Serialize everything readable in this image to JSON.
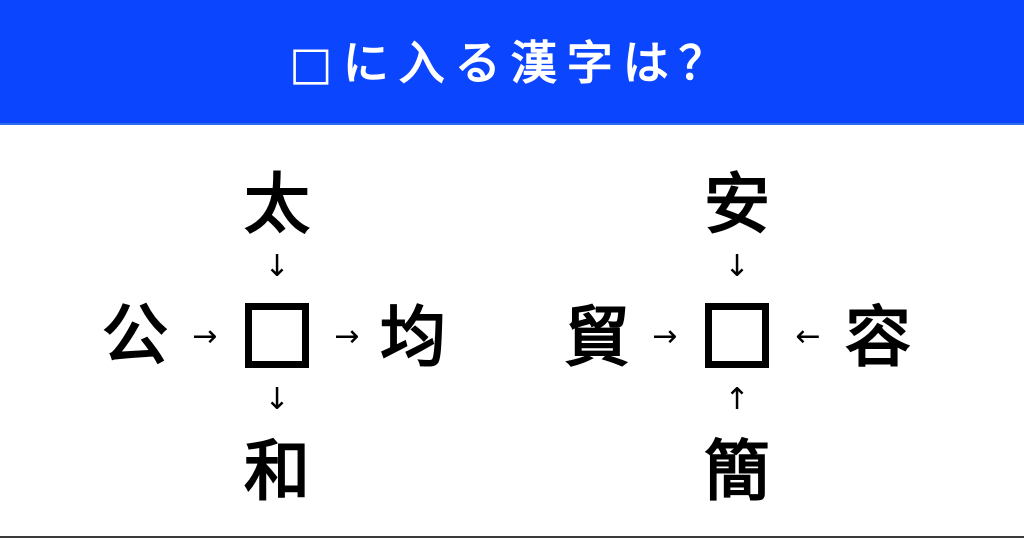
{
  "header": {
    "title": "□に入る漢字は？",
    "background_color": "#0c45fe"
  },
  "puzzles": [
    {
      "top": "太",
      "left": "公",
      "right": "均",
      "bottom": "和",
      "arrows": {
        "top": "↓",
        "left": "→",
        "right": "→",
        "bottom": "↓"
      }
    },
    {
      "top": "安",
      "left": "貿",
      "right": "容",
      "bottom": "簡",
      "arrows": {
        "top": "↓",
        "left": "→",
        "right": "←",
        "bottom": "↑"
      }
    }
  ]
}
